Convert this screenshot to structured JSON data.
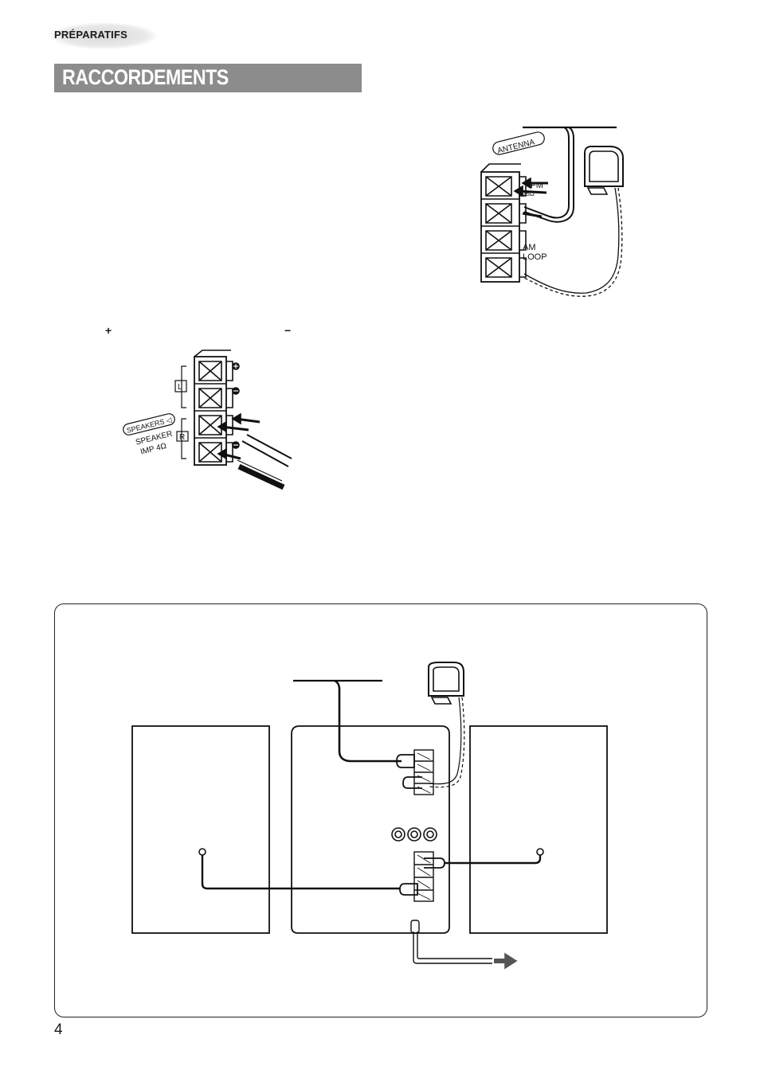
{
  "header": {
    "section": "PRÉPARATIFS",
    "title": "RACCORDEMENTS"
  },
  "antenna_figure": {
    "label": "ANTENNA",
    "fm_label": "FM",
    "fm_impedance": "75Ω",
    "am_label_1": "AM",
    "am_label_2": "LOOP"
  },
  "speaker_figure": {
    "plus_symbol": "+",
    "minus_symbol": "−",
    "speakers_label": "SPEAKERS ◁",
    "impedance_label_1": "SPEAKER",
    "impedance_label_2": "IMP 4Ω",
    "channel_left": "L",
    "channel_right": "R"
  },
  "footer": {
    "page_number": "4"
  }
}
